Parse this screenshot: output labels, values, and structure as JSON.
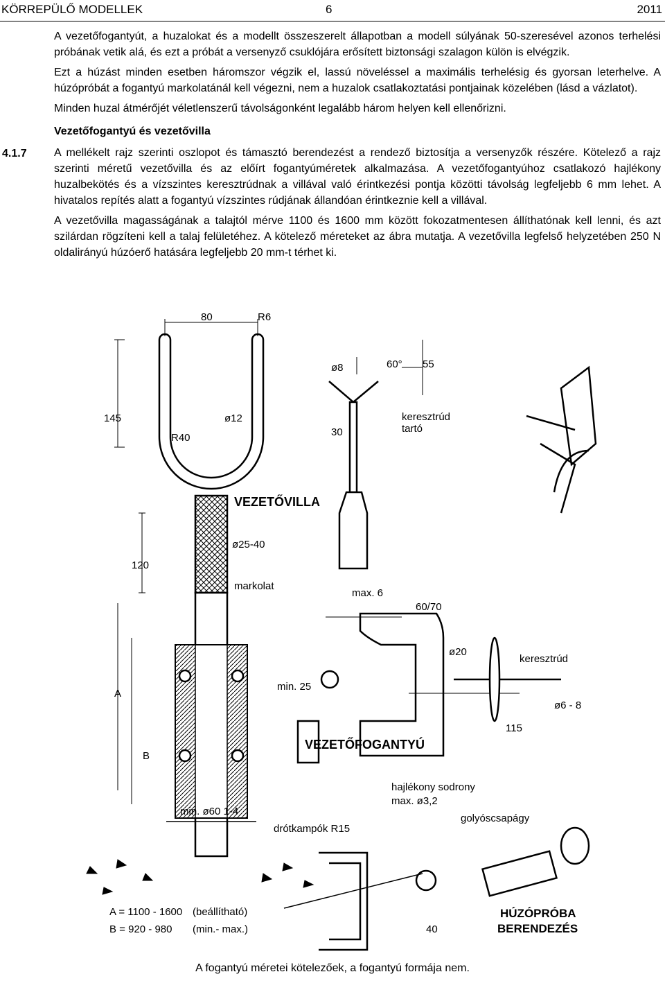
{
  "header": {
    "left": "KÖRREPÜLŐ MODELLEK",
    "center": "6",
    "right": "2011"
  },
  "paragraphs": [
    "A vezetőfogantyút, a huzalokat és a modellt összeszerelt állapotban a modell súlyának 50-szeresével azonos terhelési próbának vetik alá, és ezt a próbát a versenyző csuklójára erősített biztonsági szalagon külön is elvégzik.",
    "Ezt a húzást minden esetben háromszor végzik el, lassú növeléssel a maximális terhelésig és gyorsan leterhelve. A húzópróbát a fogantyú markolatánál kell végezni, nem a huzalok csatlakoztatási pontjainak közelében (lásd a vázlatot).",
    "Minden huzal átmérőjét véletlenszerű távolságonként legalább három helyen kell ellenőrizni."
  ],
  "section": {
    "number": "4.1.7",
    "title": "Vezetőfogantyú és vezetővilla",
    "paragraphs": [
      "A mellékelt rajz szerinti oszlopot és támasztó berendezést a rendező biztosítja a versenyzők részére. Kötelező a rajz szerinti méretű vezetővilla és az előírt fogantyúméretek alkalmazása. A vezetőfogantyúhoz csatlakozó hajlékony huzalbekötés és a vízszintes keresztrúdnak a villával való érintkezési pontja közötti távolság legfeljebb 6 mm lehet. A hivatalos repítés alatt a fogantyú vízszintes rúdjának állandóan érintkeznie kell a villával.",
      "A vezetővilla magasságának a talajtól mérve 1100 és 1600 mm között fokozatmentesen állíthatónak kell lenni, és azt szilárdan rögzíteni kell a talaj felületéhez. A kötelező méreteket az ábra mutatja. A vezetővilla legfelső helyzetében 250 N oldalirányú húzóerő hatására legfeljebb 20 mm-t térhet ki."
    ]
  },
  "figure": {
    "labels": {
      "dim_80": "80",
      "r6": "R6",
      "d8": "ø8",
      "deg60": "60°",
      "dim_55": "55",
      "dim_145": "145",
      "d12": "ø12",
      "keresztrud_tarto_1": "keresztrúd",
      "keresztrud_tarto_2": "tartó",
      "r40": "R40",
      "dim_30": "30",
      "vezetovilla": "VEZETŐVILLA",
      "d25_40": "ø25-40",
      "dim_120": "120",
      "markolat": "markolat",
      "max6": "max. 6",
      "dim_60_70": "60/70",
      "d20": "ø20",
      "keresztrud": "keresztrúd",
      "min25": "min. 25",
      "d6_8": "ø6 - 8",
      "label_a": "A",
      "label_b": "B",
      "dim_115": "115",
      "vezetofogantyu": "VEZETŐFOGANTYÚ",
      "min_d60": "min. ø60 1-4",
      "hajlekony_1": "hajlékony sodrony",
      "hajlekony_2": "max. ø3,2",
      "golyoscsapagy": "golyóscsapágy",
      "drotkampok": "drótkampók R15",
      "a_range": "A = 1100 - 1600",
      "a_note": "(beállítható)",
      "b_range": "B =  920 - 980",
      "b_note": "(min.- max.)",
      "huzoproba_1": "HÚZÓPRÓBA",
      "huzoproba_2": "BERENDEZÉS",
      "dim_40": "40"
    },
    "caption": "A fogantyú méretei kötelezőek, a fogantyú formája nem."
  }
}
